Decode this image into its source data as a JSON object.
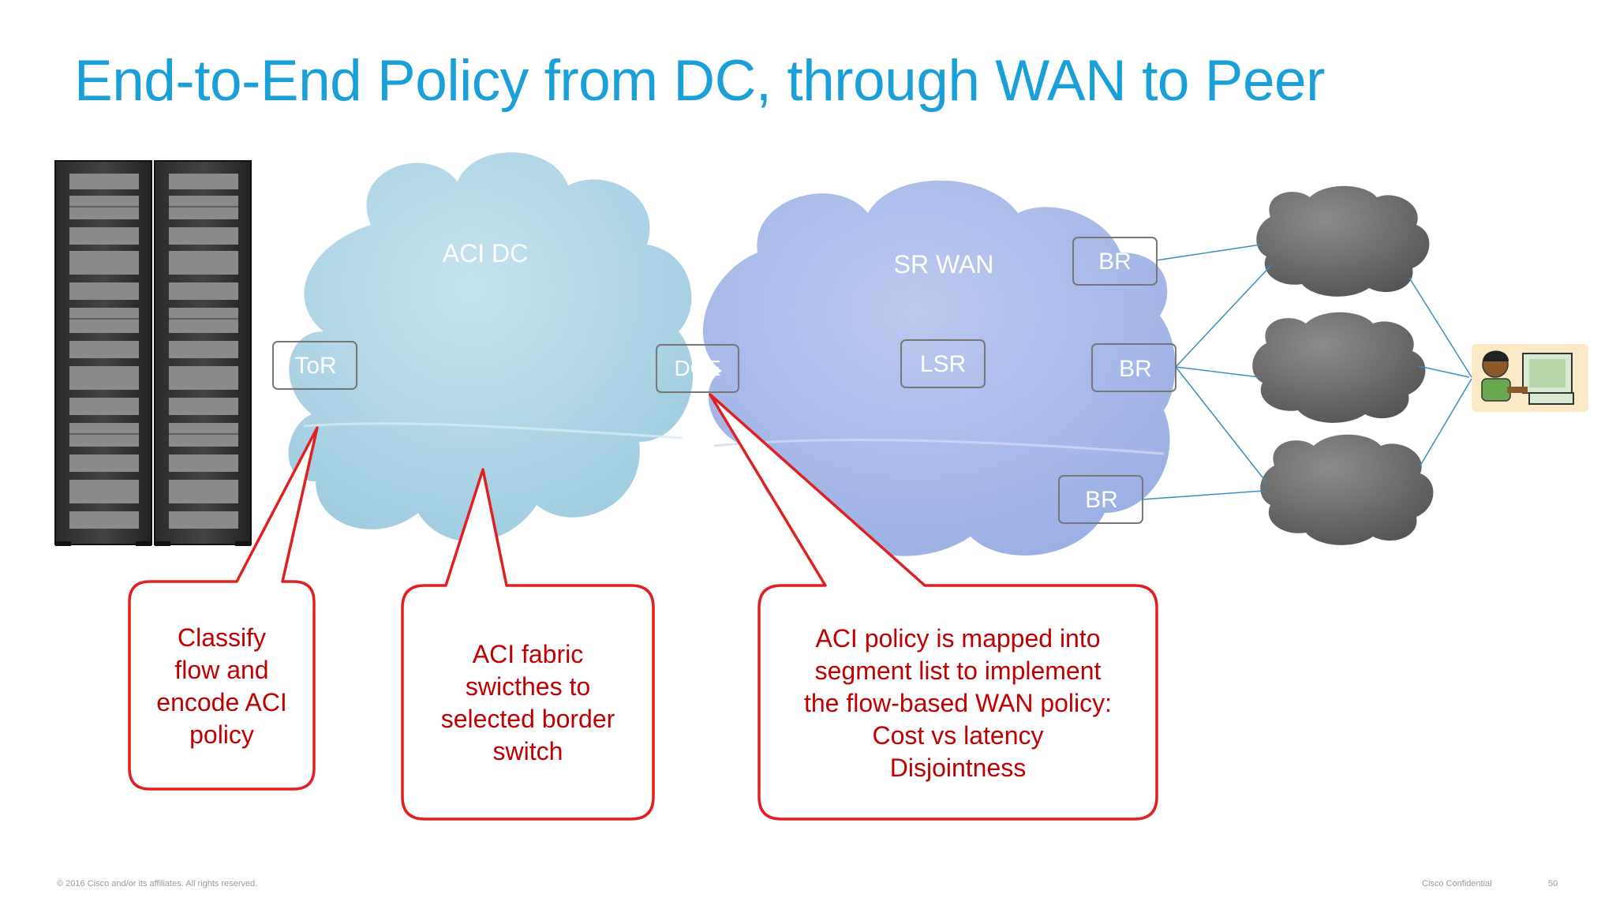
{
  "title": "End-to-End Policy from DC, through WAN to Peer",
  "clouds": {
    "aci_dc": "ACI DC",
    "sr_wan": "SR WAN"
  },
  "nodes": {
    "tor": "ToR",
    "dce": "DCE",
    "lsr": "LSR",
    "br_top": "BR",
    "br_mid": "BR",
    "br_bottom": "BR"
  },
  "callouts": {
    "classify": [
      "Classify",
      "flow and",
      "encode ACI",
      "policy"
    ],
    "fabric": [
      "ACI fabric",
      "swicthes to",
      "selected border",
      "switch"
    ],
    "mapped": [
      "ACI policy is mapped into",
      "segment list to implement",
      "the flow-based WAN policy:",
      "Cost vs latency",
      "Disjointness"
    ]
  },
  "footer": {
    "copyright": "© 2016 Cisco and/or its affiliates. All rights reserved.",
    "confidential": "Cisco Confidential",
    "page_number": "50"
  },
  "colors": {
    "title": "#1aa0d8",
    "callout_border": "#e02020",
    "callout_text": "#c00000",
    "aci_cloud": "#a9d4e6",
    "wan_cloud": "#a8b8e8",
    "peer_cloud": "#6e6e6e",
    "link": "#3a8fc0"
  }
}
